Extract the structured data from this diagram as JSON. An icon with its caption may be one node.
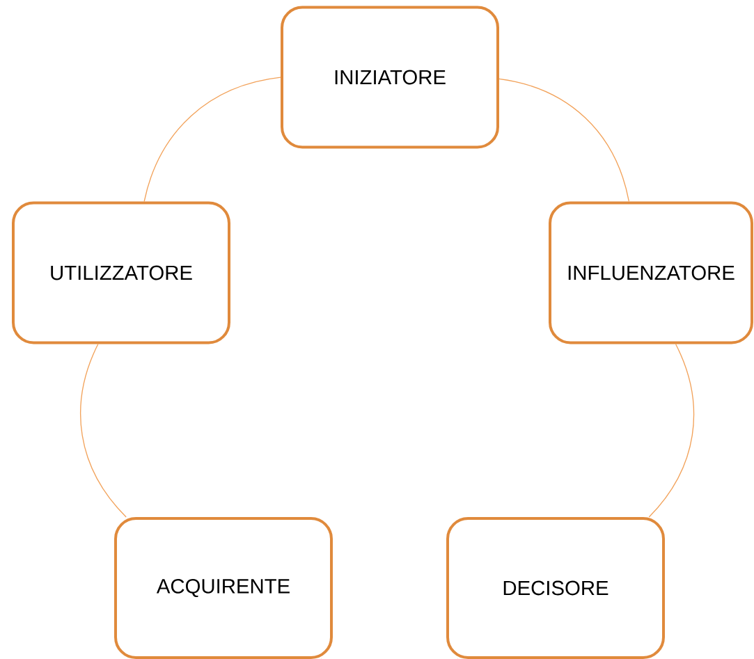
{
  "diagram": {
    "nodes": [
      {
        "text": [
          "INIZIATORE"
        ]
      },
      {
        "text": [
          "INFLUENZATORE"
        ]
      },
      {
        "text": [
          "DECISORE"
        ]
      },
      {
        "text": [
          "ACQUIRENTE"
        ]
      },
      {
        "text": [
          "UTILIZZATORE"
        ]
      }
    ],
    "edges": [
      {
        "from": 0,
        "to": 1,
        "arrow": "none"
      },
      {
        "from": 1,
        "to": 2,
        "arrow": "none"
      },
      {
        "from": 2,
        "to": 3,
        "arrow": "none"
      },
      {
        "from": 3,
        "to": 4,
        "arrow": "none"
      },
      {
        "from": 4,
        "to": 0,
        "arrow": "none"
      }
    ]
  }
}
